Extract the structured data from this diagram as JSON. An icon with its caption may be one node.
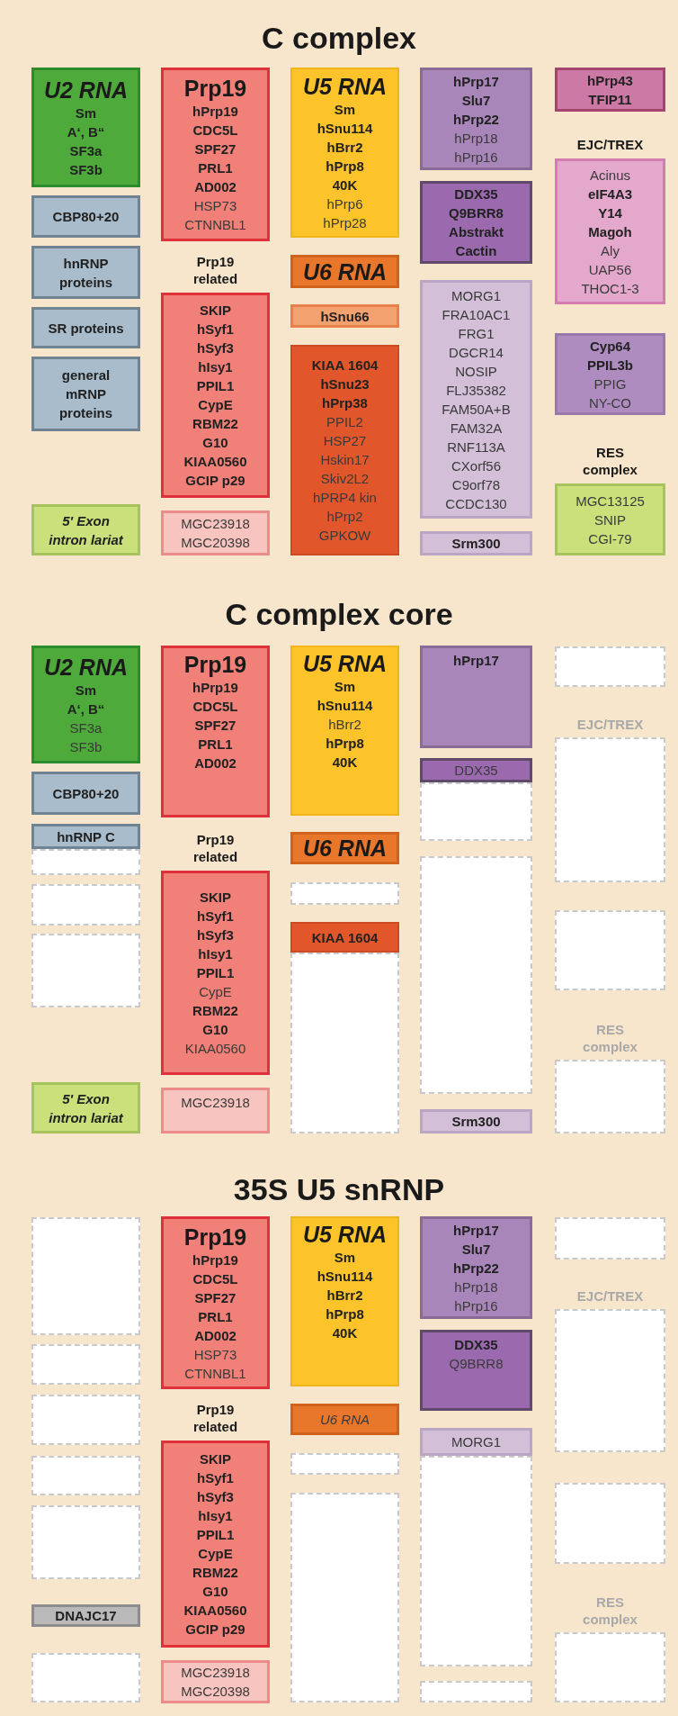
{
  "diagram": {
    "nodes": [
      {
        "text": [
          "U2 RNA",
          "Sm",
          "A‘, B“",
          "SF3a",
          "SF3b"
        ]
      },
      {
        "text": [
          "CBP80+20"
        ]
      },
      {
        "text": [
          "hnRNP proteins"
        ]
      },
      {
        "text": [
          "SR proteins"
        ]
      },
      {
        "text": [
          "general mRNP proteins"
        ]
      },
      {
        "text": [
          "5' Exon intron lariat"
        ]
      },
      {
        "text": [
          "Prp19",
          "hPrp19",
          "CDC5L",
          "SPF27",
          "PRL1",
          "AD002",
          "HSP73",
          "CTNNBL1"
        ]
      },
      {
        "text": [
          "Prp19 related",
          "SKIP",
          "hSyf1",
          "hSyf3",
          "hIsy1",
          "PPIL1",
          "CypE",
          "RBM22",
          "G10",
          "KIAA0560",
          "GCIP p29"
        ]
      },
      {
        "text": [
          "MGC23918",
          "MGC20398"
        ]
      },
      {
        "text": [
          "U5 RNA",
          "Sm",
          "hSnu114",
          "hBrr2",
          "hPrp8",
          "40K",
          "hPrp6",
          "hPrp28"
        ]
      },
      {
        "text": [
          "U6 RNA"
        ]
      },
      {
        "text": [
          "hSnu66"
        ]
      },
      {
        "text": [
          "KIAA 1604",
          "hSnu23",
          "hPrp38",
          "PPIL2",
          "HSP27",
          "Hskin17",
          "Skiv2L2",
          "hPRP4 kin",
          "hPrp2",
          "GPKOW"
        ]
      },
      {
        "text": [
          "hPrp17",
          "Slu7",
          "hPrp22",
          "hPrp18",
          "hPrp16"
        ]
      },
      {
        "text": [
          "DDX35",
          "Q9BRR8",
          "Abstrakt",
          "Cactin"
        ]
      },
      {
        "text": [
          "MORG1",
          "FRA10AC1",
          "FRG1",
          "DGCR14",
          "NOSIP",
          "FLJ35382",
          "FAM50A+B",
          "FAM32A",
          "RNF113A",
          "CXorf56",
          "C9orf78",
          "CCDC130"
        ]
      },
      {
        "text": [
          "Srm300"
        ]
      },
      {
        "text": [
          "hPrp43",
          "TFIP11"
        ]
      },
      {
        "text": [
          "EJC/TREX",
          "Acinus",
          "eIF4A3",
          "Y14",
          "Magoh",
          "Aly",
          "UAP56",
          "THOC1-3"
        ]
      },
      {
        "text": [
          "Cyp64",
          "PPIL3b",
          "PPIG",
          "NY-CO"
        ]
      },
      {
        "text": [
          "RES complex",
          "MGC13125",
          "SNIP",
          "CGI-79"
        ]
      },
      {
        "text": [
          "U2 RNA",
          "Sm",
          "A‘, B“",
          "SF3a",
          "SF3b"
        ]
      },
      {
        "text": [
          "CBP80+20"
        ]
      },
      {
        "text": [
          "hnRNP C"
        ]
      },
      {
        "text": [],
        "shape": "box"
      },
      {
        "text": [],
        "shape": "box"
      },
      {
        "text": [],
        "shape": "box"
      },
      {
        "text": [
          "5' Exon intron lariat"
        ]
      },
      {
        "text": [
          "Prp19",
          "hPrp19",
          "CDC5L",
          "SPF27",
          "PRL1",
          "AD002"
        ]
      },
      {
        "text": [
          "Prp19 related",
          "SKIP",
          "hSyf1",
          "hSyf3",
          "hIsy1",
          "PPIL1",
          "CypE",
          "RBM22",
          "G10",
          "KIAA0560"
        ]
      },
      {
        "text": [
          "MGC23918"
        ]
      },
      {
        "text": [
          "U5 RNA",
          "Sm",
          "hSnu114",
          "hBrr2",
          "hPrp8",
          "40K"
        ]
      },
      {
        "text": [
          "U6 RNA"
        ]
      },
      {
        "text": [],
        "shape": "box"
      },
      {
        "text": [
          "KIAA 1604"
        ]
      },
      {
        "text": [],
        "shape": "box"
      },
      {
        "text": [
          "hPrp17"
        ]
      },
      {
        "text": [
          "DDX35"
        ]
      },
      {
        "text": [],
        "shape": "box"
      },
      {
        "text": [],
        "shape": "box"
      },
      {
        "text": [
          "Srm300"
        ]
      },
      {
        "text": [],
        "shape": "box"
      },
      {
        "text": [
          "EJC/TREX"
        ]
      },
      {
        "text": [],
        "shape": "box"
      },
      {
        "text": [
          "RES complex"
        ]
      },
      {
        "text": [],
        "shape": "box"
      },
      {
        "text": [],
        "shape": "box"
      },
      {
        "text": [],
        "shape": "box"
      },
      {
        "text": [],
        "shape": "box"
      },
      {
        "text": [],
        "shape": "box"
      },
      {
        "text": [
          "DNAJC17"
        ]
      },
      {
        "text": [],
        "shape": "box"
      },
      {
        "text": [
          "Prp19",
          "hPrp19",
          "CDC5L",
          "SPF27",
          "PRL1",
          "AD002",
          "HSP73",
          "CTNNBL1"
        ]
      },
      {
        "text": [
          "Prp19 related",
          "SKIP",
          "hSyf1",
          "hSyf3",
          "hIsy1",
          "PPIL1",
          "CypE",
          "RBM22",
          "G10",
          "KIAA0560",
          "GCIP p29"
        ]
      },
      {
        "text": [
          "MGC23918",
          "MGC20398"
        ]
      },
      {
        "text": [
          "U5 RNA",
          "Sm",
          "hSnu114",
          "hBrr2",
          "hPrp8",
          "40K"
        ]
      },
      {
        "text": [
          "U6 RNA"
        ]
      },
      {
        "text": [],
        "shape": "box"
      },
      {
        "text": [],
        "shape": "box"
      },
      {
        "text": [
          "hPrp17",
          "Slu7",
          "hPrp22",
          "hPrp18",
          "hPrp16"
        ]
      },
      {
        "text": [
          "DDX35",
          "Q9BRR8"
        ]
      },
      {
        "text": [
          "MORG1"
        ]
      },
      {
        "text": [],
        "shape": "box"
      },
      {
        "text": [],
        "shape": "box"
      },
      {
        "text": [],
        "shape": "box"
      },
      {
        "text": [
          "EJC/TREX"
        ]
      },
      {
        "text": [],
        "shape": "box"
      },
      {
        "text": [
          "RES complex"
        ]
      }
    ],
    "labels": [
      "C complex",
      "C complex core",
      "35S U5 snRNP"
    ]
  }
}
